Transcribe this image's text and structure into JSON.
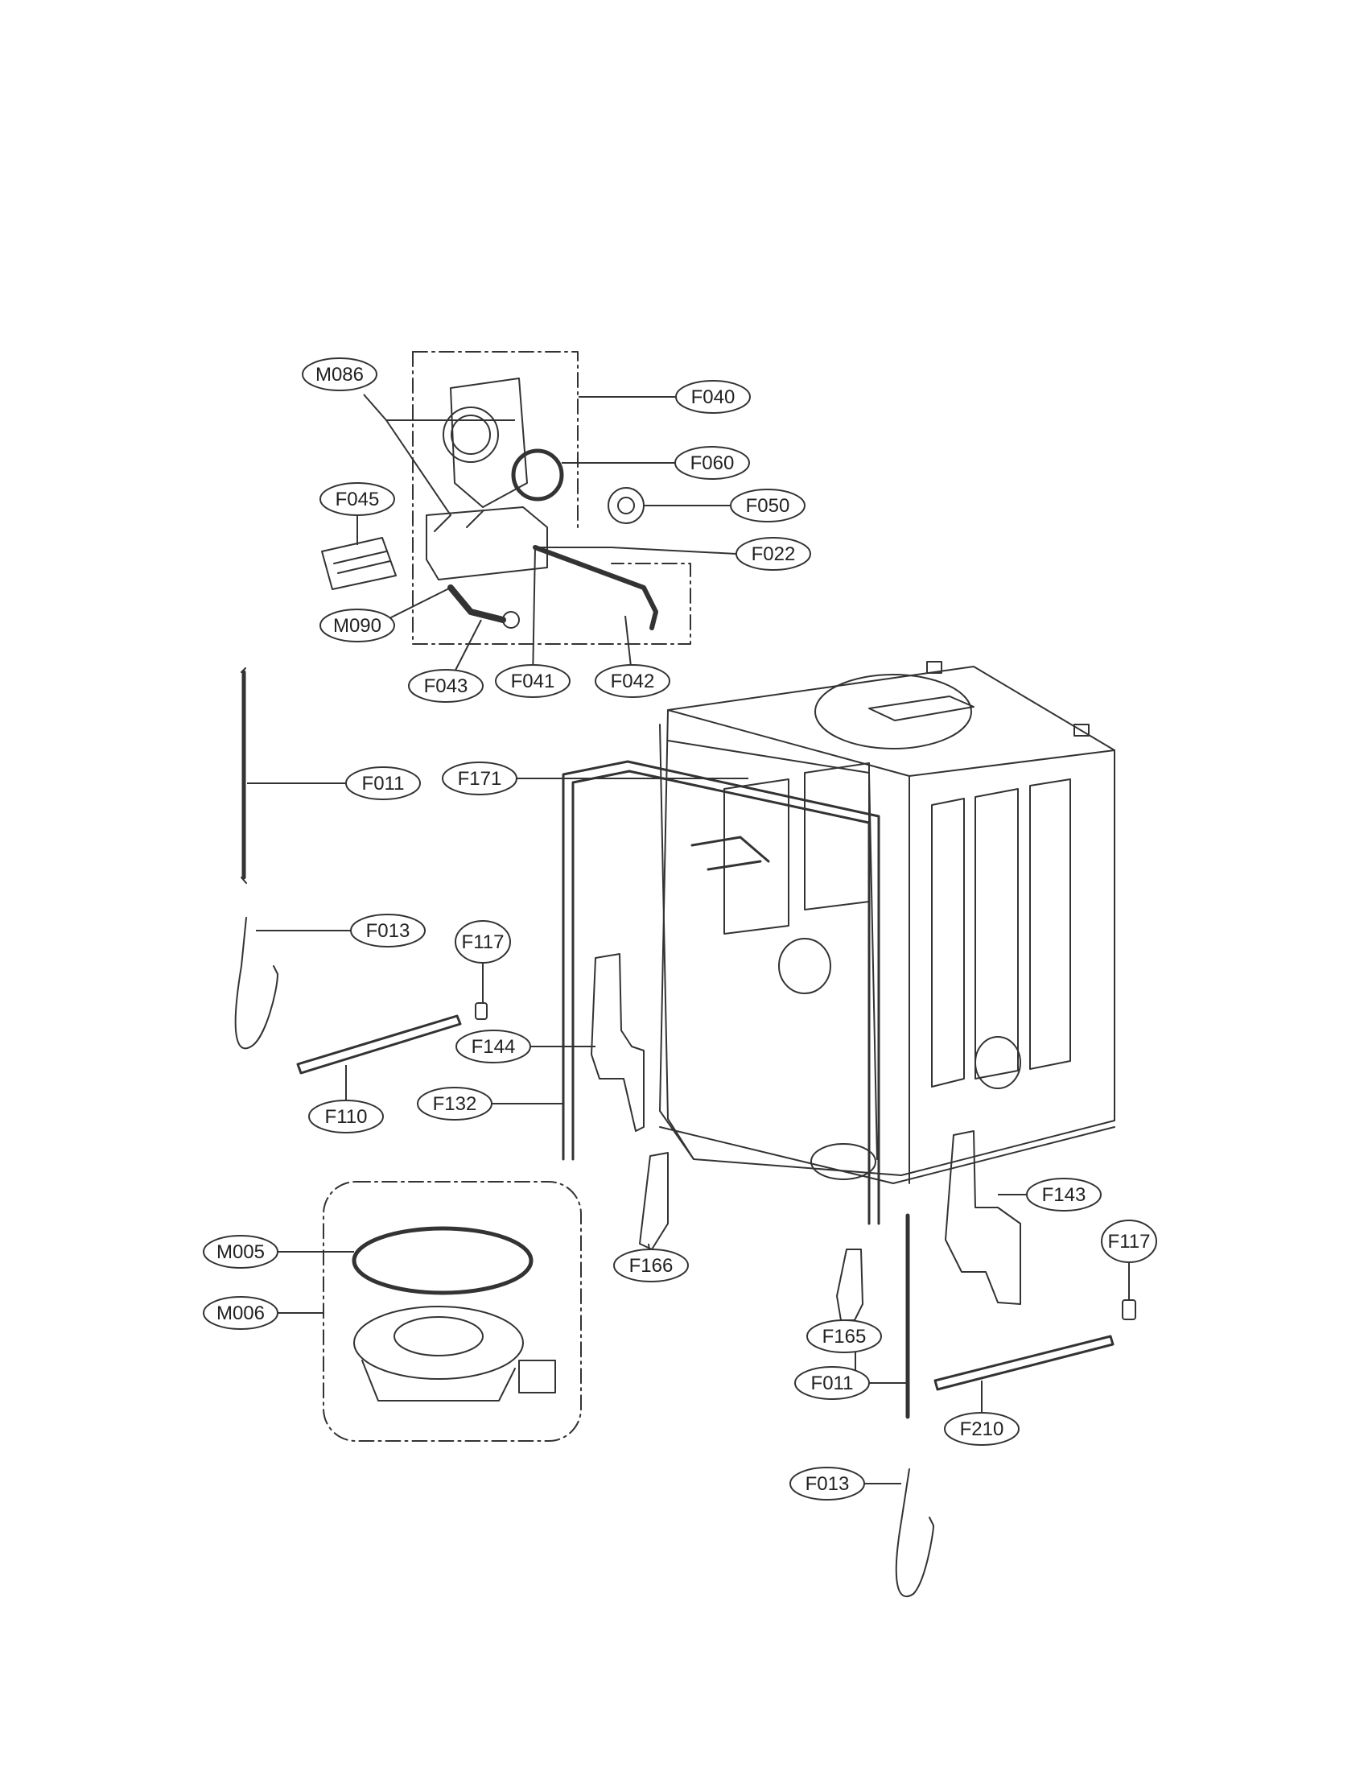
{
  "diagram": {
    "callouts": [
      {
        "key": "m086_top",
        "text": "M086"
      },
      {
        "key": "f040",
        "text": "F040"
      },
      {
        "key": "f045",
        "text": "F045"
      },
      {
        "key": "f060",
        "text": "F060"
      },
      {
        "key": "f050",
        "text": "F050"
      },
      {
        "key": "f022",
        "text": "F022"
      },
      {
        "key": "m090",
        "text": "M090"
      },
      {
        "key": "f043",
        "text": "F043"
      },
      {
        "key": "f041",
        "text": "F041"
      },
      {
        "key": "f042",
        "text": "F042"
      },
      {
        "key": "f011_left",
        "text": "F011"
      },
      {
        "key": "f171",
        "text": "F171"
      },
      {
        "key": "f013_left",
        "text": "F013"
      },
      {
        "key": "f117_left",
        "text": "F117"
      },
      {
        "key": "f144",
        "text": "F144"
      },
      {
        "key": "f132",
        "text": "F132"
      },
      {
        "key": "f110",
        "text": "F110"
      },
      {
        "key": "m005",
        "text": "M005"
      },
      {
        "key": "m006",
        "text": "M006"
      },
      {
        "key": "f166",
        "text": "F166"
      },
      {
        "key": "f143",
        "text": "F143"
      },
      {
        "key": "f117_right",
        "text": "F117"
      },
      {
        "key": "f165",
        "text": "F165"
      },
      {
        "key": "f011_right",
        "text": "F011"
      },
      {
        "key": "f210",
        "text": "F210"
      },
      {
        "key": "f013_right",
        "text": "F013"
      }
    ]
  },
  "colors": {
    "line": "#333333",
    "paper": "#ffffff"
  }
}
